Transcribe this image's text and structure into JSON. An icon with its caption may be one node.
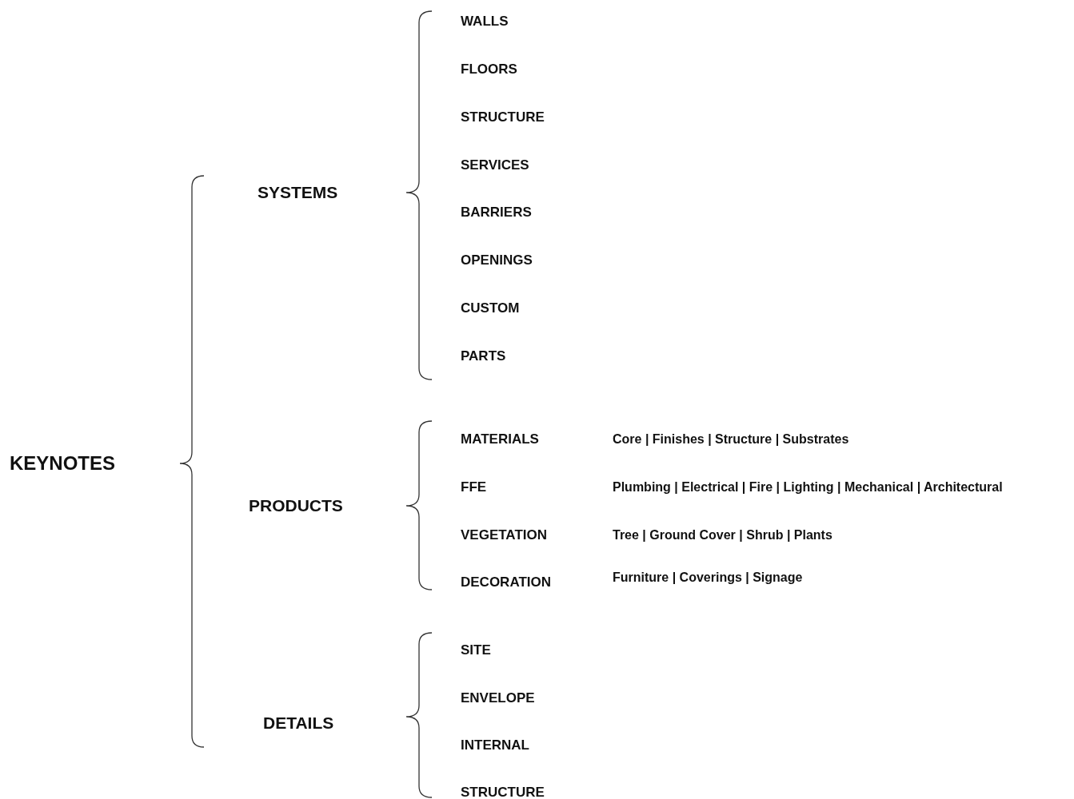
{
  "diagram": {
    "labels": [
      "KEYNOTES",
      "SYSTEMS",
      "WALLS",
      "FLOORS",
      "STRUCTURE",
      "SERVICES",
      "BARRIERS",
      "OPENINGS",
      "CUSTOM",
      "PARTS",
      "PRODUCTS",
      "MATERIALS",
      "Core | Finishes | Structure | Substrates",
      "FFE",
      "Plumbing | Electrical | Fire | Lighting | Mechanical | Architectural",
      "VEGETATION",
      "Tree | Ground Cover | Shrub | Plants",
      "DECORATION",
      "Furniture | Coverings | Signage",
      "DETAILS",
      "SITE",
      "ENVELOPE",
      "INTERNAL",
      "STRUCTURE"
    ]
  }
}
